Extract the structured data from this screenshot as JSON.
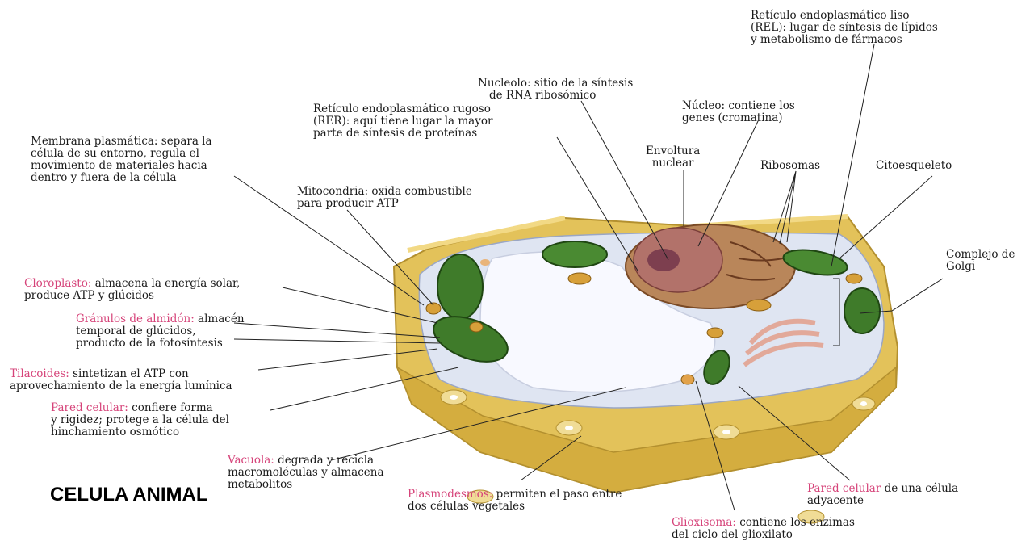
{
  "title": "CELULA ANIMAL",
  "colors": {
    "pink_term": "#d6447a",
    "wall": "#e3c25a",
    "cytoplasm": "#dfe5f2",
    "vacuole": "#f8f9ff",
    "chloroplast": "#3f7b2a",
    "nucleus": "#b2726a",
    "golgi": "#e2a99a"
  },
  "labels": {
    "rel": {
      "line1": "Retículo endoplasmático liso",
      "line2": "(REL): lugar de síntesis de lípidos",
      "line3": "y metabolismo de fármacos"
    },
    "nucleolo": {
      "line1": "Nucleolo: sitio de la síntesis",
      "line2": "de RNA ribosómico"
    },
    "nucleo": {
      "line1": "Núcleo: contiene los",
      "line2": "genes (cromatina)"
    },
    "rer": {
      "line1": "Retículo endoplasmático rugoso",
      "line2": "(RER): aquí tiene lugar la mayor",
      "line3": "parte de síntesis de proteínas"
    },
    "membrana": {
      "line1": "Membrana plasmática: separa la",
      "line2": "célula de su entorno, regula el",
      "line3": "movimiento de materiales hacia",
      "line4": "dentro y fuera de la célula"
    },
    "envoltura": {
      "line1": "Envoltura",
      "line2": "nuclear"
    },
    "ribosomas": "Ribosomas",
    "citoesqueleto": "Citoesqueleto",
    "mitocondria": {
      "line1": "Mitocondria: oxida combustible",
      "line2": "para producir ATP"
    },
    "golgi": {
      "line1": "Complejo de",
      "line2": "Golgi"
    },
    "cloroplasto": {
      "term": "Cloroplasto:",
      "rest": " almacena la energía solar,",
      "line2": "produce ATP y glúcidos"
    },
    "granulos": {
      "term": "Gránulos de almidón:",
      "rest": " almacén",
      "line2": "temporal de glúcidos,",
      "line3": "producto de la fotosíntesis"
    },
    "tilacoides": {
      "term": "Tilacoides:",
      "rest": " sintetizan el ATP con",
      "line2": "aprovechamiento de la energía lumínica"
    },
    "pared": {
      "term": "Pared celular:",
      "rest": " confiere forma",
      "line2": "y rigidez; protege a la célula del",
      "line3": "hinchamiento osmótico"
    },
    "vacuola": {
      "term": "Vacuola:",
      "rest": " degrada y recicla",
      "line2": "macromoléculas y almacena",
      "line3": "metabolitos"
    },
    "plasmodesmos": {
      "term": "Plasmodesmos:",
      "rest": " permiten el paso entre",
      "line2": "dos células vegetales"
    },
    "pared_adyacente": {
      "term": "Pared celular",
      "rest": " de una célula",
      "line2": "adyacente"
    },
    "glioxisoma": {
      "term": "Glioxisoma:",
      "rest": " contiene los enzimas",
      "line2": "del ciclo del glioxilato"
    }
  }
}
